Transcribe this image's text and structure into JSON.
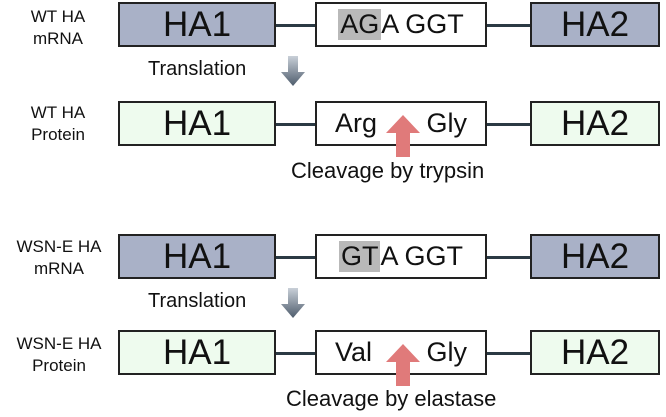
{
  "diagram": {
    "wt": {
      "mrna_label_1": "WT HA",
      "mrna_label_2": "mRNA",
      "mrna_ha1": "HA1",
      "mrna_ha2": "HA2",
      "codon_highlight": "AG",
      "codon_rest": "A GGT",
      "translation": "Translation",
      "protein_label_1": "WT HA",
      "protein_label_2": "Protein",
      "protein_ha1": "HA1",
      "protein_ha2": "HA2",
      "aa_left": "Arg",
      "aa_right": "Gly",
      "cleavage": "Cleavage by trypsin"
    },
    "wsne": {
      "mrna_label_1": "WSN-E HA",
      "mrna_label_2": "mRNA",
      "mrna_ha1": "HA1",
      "mrna_ha2": "HA2",
      "codon_highlight": "GT",
      "codon_rest": "A GGT",
      "translation": "Translation",
      "protein_label_1": "WSN-E HA",
      "protein_label_2": "Protein",
      "protein_ha1": "HA1",
      "protein_ha2": "HA2",
      "aa_left": "Val",
      "aa_right": "Gly",
      "cleavage": "Cleavage by elastase"
    },
    "colors": {
      "mrna_box": "#a9b1c7",
      "protein_box": "#eefbee",
      "codon_highlight": "#b9b9b9",
      "cleavage_arrow": "#e07a7a",
      "translation_arrow": "#5a6878",
      "connector": "#2b3a44"
    }
  }
}
